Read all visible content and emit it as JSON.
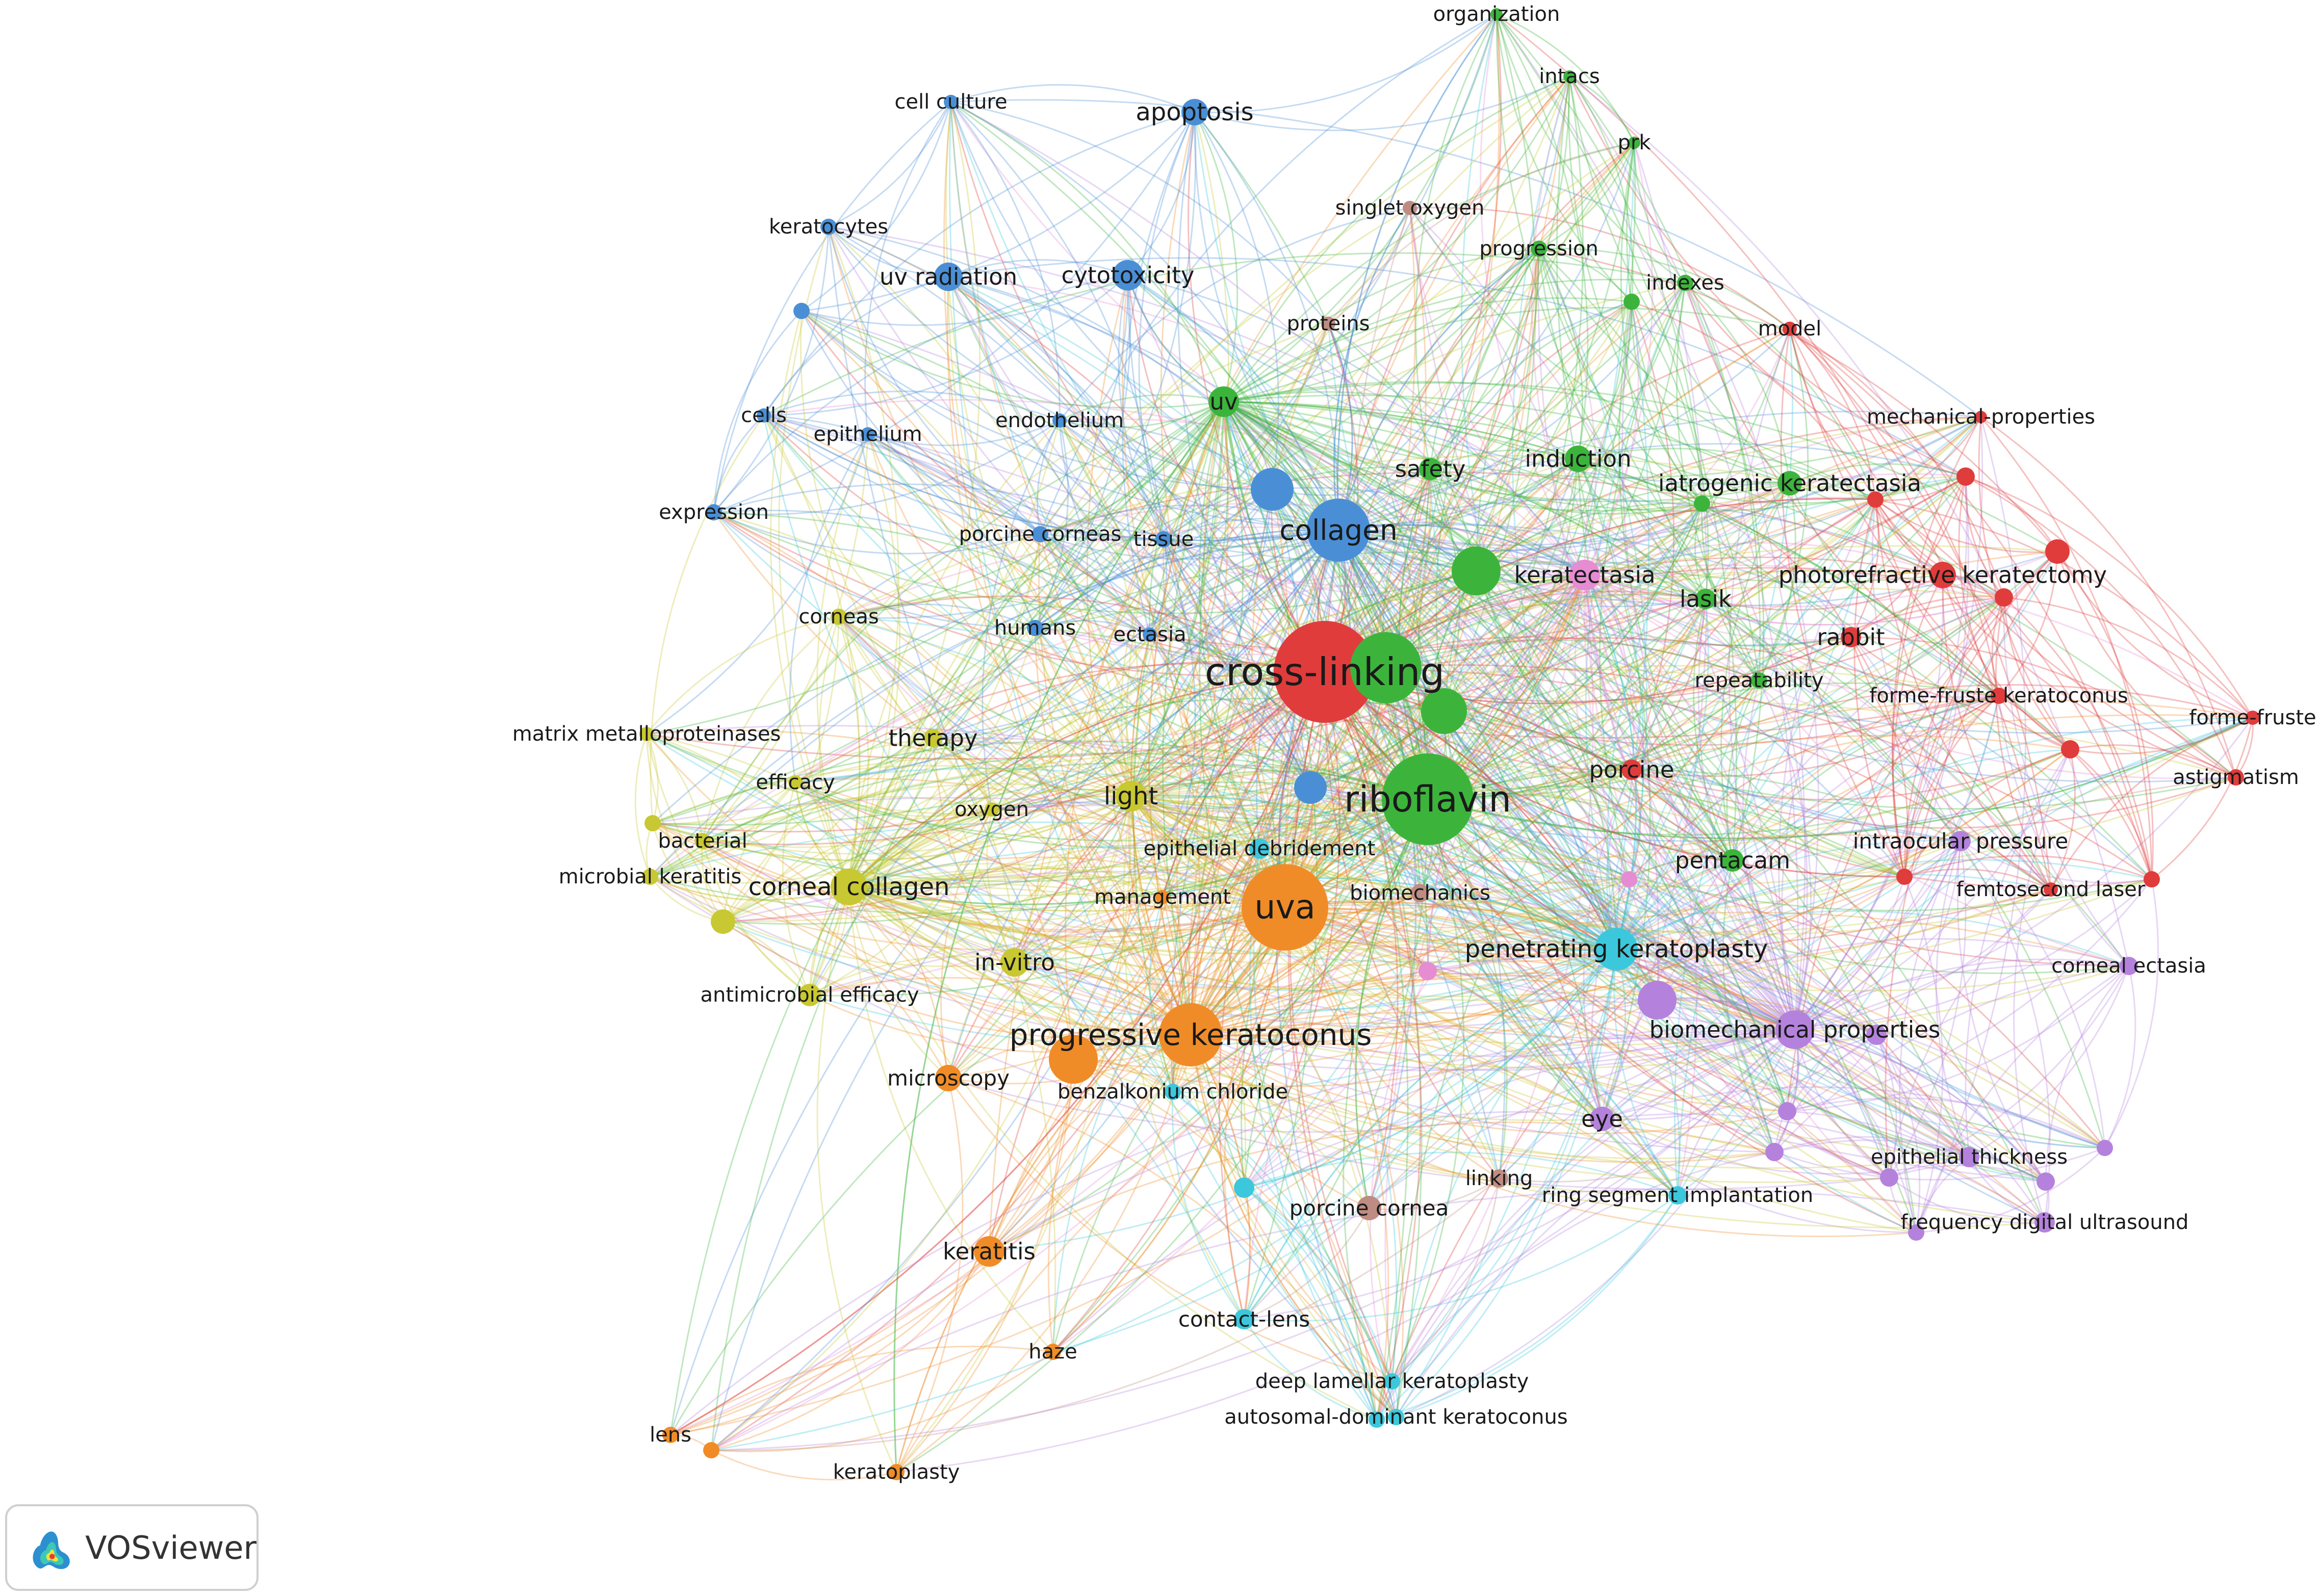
{
  "colors": {
    "red": "#e03c3c",
    "green": "#3cb43c",
    "blue": "#4a8fd6",
    "yellow": "#c8c832",
    "orange": "#f08c28",
    "cyan": "#3cc8dc",
    "purple": "#b482dc",
    "brown": "#be8c82",
    "pink": "#e68cd2"
  },
  "branding": {
    "name": "VOSviewer"
  },
  "clusters": [
    {
      "color": "red",
      "terms": [
        "cross-linking",
        "photorefractive keratectomy",
        "rabbit",
        "porcine",
        "mechanical-properties",
        "model",
        "forme-fruste keratoconus",
        "forme-fruste",
        "astigmatism",
        "femtosecond laser"
      ]
    },
    {
      "color": "green",
      "terms": [
        "riboflavin",
        "organization",
        "intacs",
        "prk",
        "progression",
        "indexes",
        "uv",
        "safety",
        "induction",
        "iatrogenic keratectasia",
        "lasik",
        "repeatability",
        "pentacam"
      ]
    },
    {
      "color": "blue",
      "terms": [
        "collagen",
        "apoptosis",
        "cell culture",
        "keratocytes",
        "uv radiation",
        "cytotoxicity",
        "cells",
        "epithelium",
        "endothelium",
        "expression",
        "porcine corneas",
        "tissue",
        "humans",
        "ectasia"
      ]
    },
    {
      "color": "yellow",
      "terms": [
        "corneal collagen",
        "light",
        "therapy",
        "corneas",
        "matrix metalloproteinases",
        "efficacy",
        "oxygen",
        "bacterial",
        "microbial keratitis",
        "in-vitro",
        "antimicrobial efficacy"
      ]
    },
    {
      "color": "orange",
      "terms": [
        "uva",
        "progressive keratoconus",
        "management",
        "microscopy",
        "keratitis",
        "haze",
        "lens",
        "keratoplasty"
      ]
    },
    {
      "color": "cyan",
      "terms": [
        "penetrating keratoplasty",
        "epithelial debridement",
        "benzalkonium chloride",
        "contact-lens",
        "deep lamellar keratoplasty",
        "autosomal-dominant keratoconus",
        "ring segment implantation"
      ]
    },
    {
      "color": "purple",
      "terms": [
        "biomechanical properties",
        "intraocular pressure",
        "corneal ectasia",
        "eye",
        "epithelial thickness",
        "frequency digital ultrasound"
      ]
    },
    {
      "color": "brown",
      "terms": [
        "singlet oxygen",
        "proteins",
        "biomechanics",
        "linking",
        "porcine cornea"
      ]
    },
    {
      "color": "pink",
      "terms": [
        "keratectasia"
      ]
    }
  ]
}
